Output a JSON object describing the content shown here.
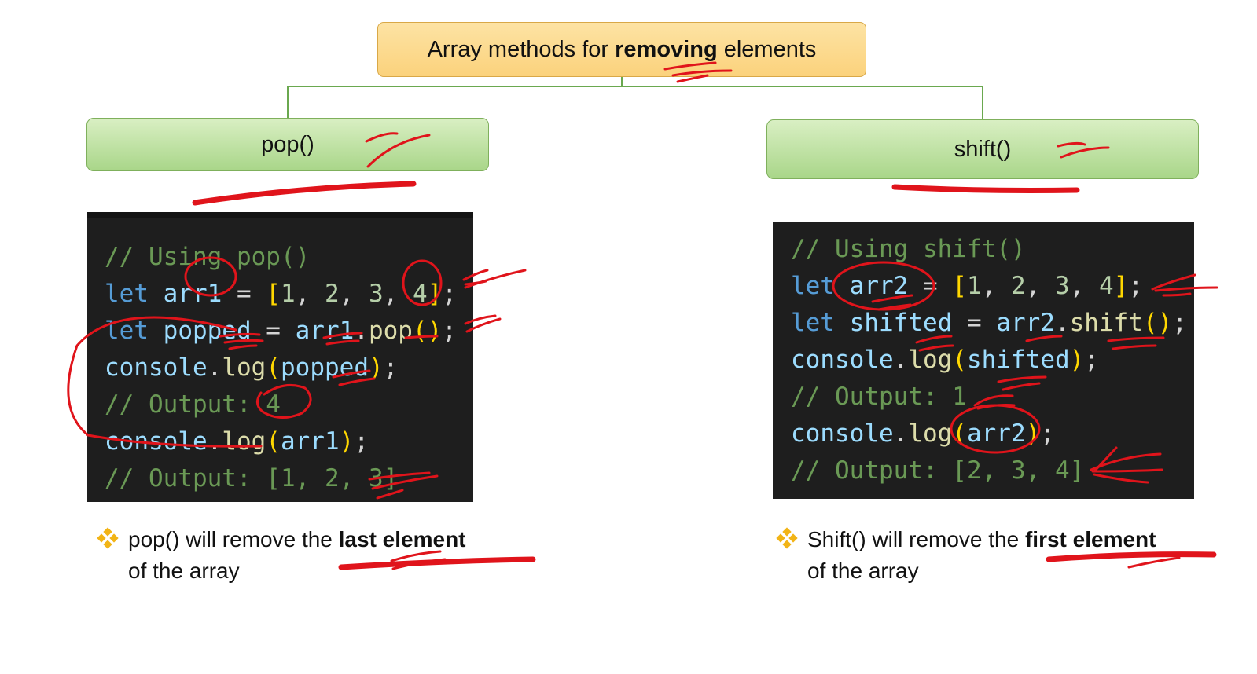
{
  "root": {
    "title_prefix": "Array methods for ",
    "title_bold": "removing",
    "title_suffix": " elements"
  },
  "branches": [
    {
      "label": "pop()",
      "code_lines": [
        [
          {
            "t": "// Using pop()",
            "c": "com"
          }
        ],
        [
          {
            "t": "let ",
            "c": "kw"
          },
          {
            "t": "arr1",
            "c": "var"
          },
          {
            "t": " = ",
            "c": "pl"
          },
          {
            "t": "[",
            "c": "br"
          },
          {
            "t": "1",
            "c": "num"
          },
          {
            "t": ", ",
            "c": "pl"
          },
          {
            "t": "2",
            "c": "num"
          },
          {
            "t": ", ",
            "c": "pl"
          },
          {
            "t": "3",
            "c": "num"
          },
          {
            "t": ", ",
            "c": "pl"
          },
          {
            "t": "4",
            "c": "num"
          },
          {
            "t": "]",
            "c": "br"
          },
          {
            "t": ";",
            "c": "pl"
          }
        ],
        [
          {
            "t": "let ",
            "c": "kw"
          },
          {
            "t": "popped",
            "c": "var"
          },
          {
            "t": " = ",
            "c": "pl"
          },
          {
            "t": "arr1",
            "c": "var"
          },
          {
            "t": ".",
            "c": "pl"
          },
          {
            "t": "pop",
            "c": "fn"
          },
          {
            "t": "()",
            "c": "br"
          },
          {
            "t": ";",
            "c": "pl"
          }
        ],
        [
          {
            "t": "console",
            "c": "var"
          },
          {
            "t": ".",
            "c": "pl"
          },
          {
            "t": "log",
            "c": "fn"
          },
          {
            "t": "(",
            "c": "br"
          },
          {
            "t": "popped",
            "c": "var"
          },
          {
            "t": ")",
            "c": "br"
          },
          {
            "t": ";",
            "c": "pl"
          }
        ],
        [
          {
            "t": "// Output: 4",
            "c": "com"
          }
        ],
        [
          {
            "t": "console",
            "c": "var"
          },
          {
            "t": ".",
            "c": "pl"
          },
          {
            "t": "log",
            "c": "fn"
          },
          {
            "t": "(",
            "c": "br"
          },
          {
            "t": "arr1",
            "c": "var"
          },
          {
            "t": ")",
            "c": "br"
          },
          {
            "t": ";",
            "c": "pl"
          }
        ],
        [
          {
            "t": "// Output: [1, 2, 3]",
            "c": "com"
          }
        ]
      ],
      "desc_prefix": "pop() will remove the ",
      "desc_bold": "last element",
      "desc_suffix": "of the array"
    },
    {
      "label": "shift()",
      "code_lines": [
        [
          {
            "t": "// Using shift()",
            "c": "com"
          }
        ],
        [
          {
            "t": "let ",
            "c": "kw"
          },
          {
            "t": "arr2",
            "c": "var"
          },
          {
            "t": " = ",
            "c": "pl"
          },
          {
            "t": "[",
            "c": "br"
          },
          {
            "t": "1",
            "c": "num"
          },
          {
            "t": ", ",
            "c": "pl"
          },
          {
            "t": "2",
            "c": "num"
          },
          {
            "t": ", ",
            "c": "pl"
          },
          {
            "t": "3",
            "c": "num"
          },
          {
            "t": ", ",
            "c": "pl"
          },
          {
            "t": "4",
            "c": "num"
          },
          {
            "t": "]",
            "c": "br"
          },
          {
            "t": ";",
            "c": "pl"
          }
        ],
        [
          {
            "t": "let ",
            "c": "kw"
          },
          {
            "t": "shifted",
            "c": "var"
          },
          {
            "t": " = ",
            "c": "pl"
          },
          {
            "t": "arr2",
            "c": "var"
          },
          {
            "t": ".",
            "c": "pl"
          },
          {
            "t": "shift",
            "c": "fn"
          },
          {
            "t": "()",
            "c": "br"
          },
          {
            "t": ";",
            "c": "pl"
          }
        ],
        [
          {
            "t": "console",
            "c": "var"
          },
          {
            "t": ".",
            "c": "pl"
          },
          {
            "t": "log",
            "c": "fn"
          },
          {
            "t": "(",
            "c": "br"
          },
          {
            "t": "shifted",
            "c": "var"
          },
          {
            "t": ")",
            "c": "br"
          },
          {
            "t": ";",
            "c": "pl"
          }
        ],
        [
          {
            "t": "// Output: 1",
            "c": "com"
          }
        ],
        [
          {
            "t": "console",
            "c": "var"
          },
          {
            "t": ".",
            "c": "pl"
          },
          {
            "t": "log",
            "c": "fn"
          },
          {
            "t": "(",
            "c": "br"
          },
          {
            "t": "arr2",
            "c": "var"
          },
          {
            "t": ")",
            "c": "br"
          },
          {
            "t": ";",
            "c": "pl"
          }
        ],
        [
          {
            "t": "// Output: [2, 3, 4]",
            "c": "com"
          }
        ]
      ],
      "desc_prefix": "Shift() will remove the ",
      "desc_bold": "first element",
      "desc_suffix": "of the array"
    }
  ],
  "colors": {
    "root_fill": "#fbd27c",
    "branch_fill": "#a9d689",
    "connector": "#6aa84f",
    "code_bg": "#1e1e1e",
    "annotation": "#e0141b",
    "bullet": "#f2b416"
  },
  "icons": {
    "bullet": "diamond-bullet-icon"
  }
}
